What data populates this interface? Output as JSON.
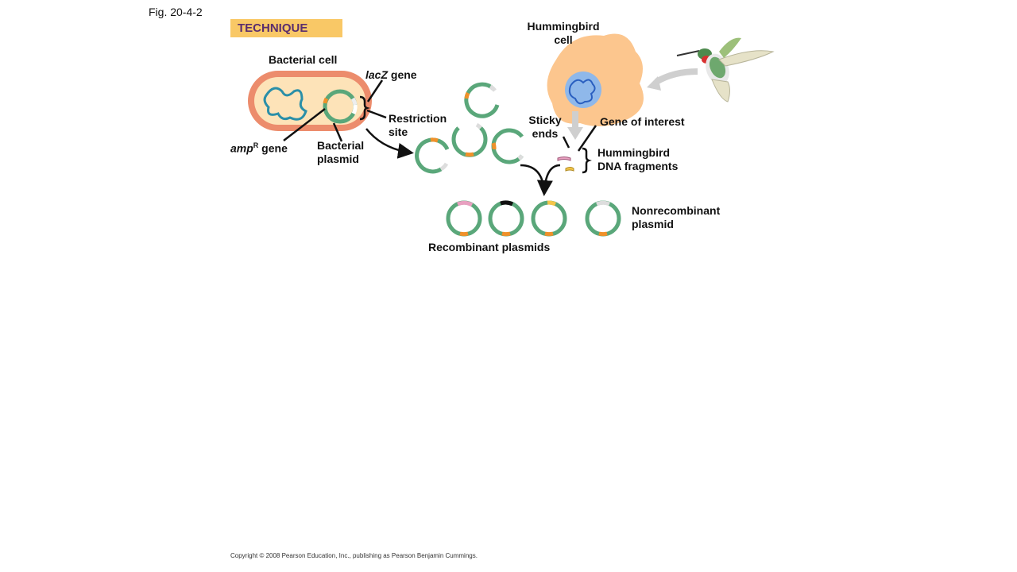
{
  "figure_label": "Fig. 20-4-2",
  "technique_label": "TECHNIQUE",
  "labels": {
    "bacterial_cell": "Bacterial cell",
    "lacz_gene_italic": "lacZ",
    "lacz_gene_rest": " gene",
    "restriction_site_line1": "Restriction",
    "restriction_site_line2": "site",
    "ampr_gene_italic": "amp",
    "ampr_gene_sup": "R",
    "ampr_gene_rest": " gene",
    "bacterial_plasmid_line1": "Bacterial",
    "bacterial_plasmid_line2": "plasmid",
    "hummingbird_cell_line1": "Hummingbird",
    "hummingbird_cell_line2": "cell",
    "sticky_ends_line1": "Sticky",
    "sticky_ends_line2": "ends",
    "gene_of_interest": "Gene of interest",
    "hummingbird_dna_line1": "Hummingbird",
    "hummingbird_dna_line2": "DNA fragments",
    "nonrecombinant_line1": "Nonrecombinant",
    "nonrecombinant_line2": "plasmid",
    "recombinant_plasmids": "Recombinant plasmids"
  },
  "copyright": "Copyright © 2008 Pearson Education, Inc., publishing as Pearson Benjamin Cummings.",
  "colors": {
    "plasmid_green": "#5aa77a",
    "orange_gene": "#f0912a",
    "bacterial_wall": "#ec8c6c",
    "bacterial_inner": "#fde3b8",
    "hummingbird_cell": "#fcc68e",
    "nucleus": "#8fb8ea",
    "dna": "#2a8fa8",
    "pink_insert": "#e8a0c0",
    "yellow_insert": "#f4c64a",
    "black_insert": "#111111"
  }
}
